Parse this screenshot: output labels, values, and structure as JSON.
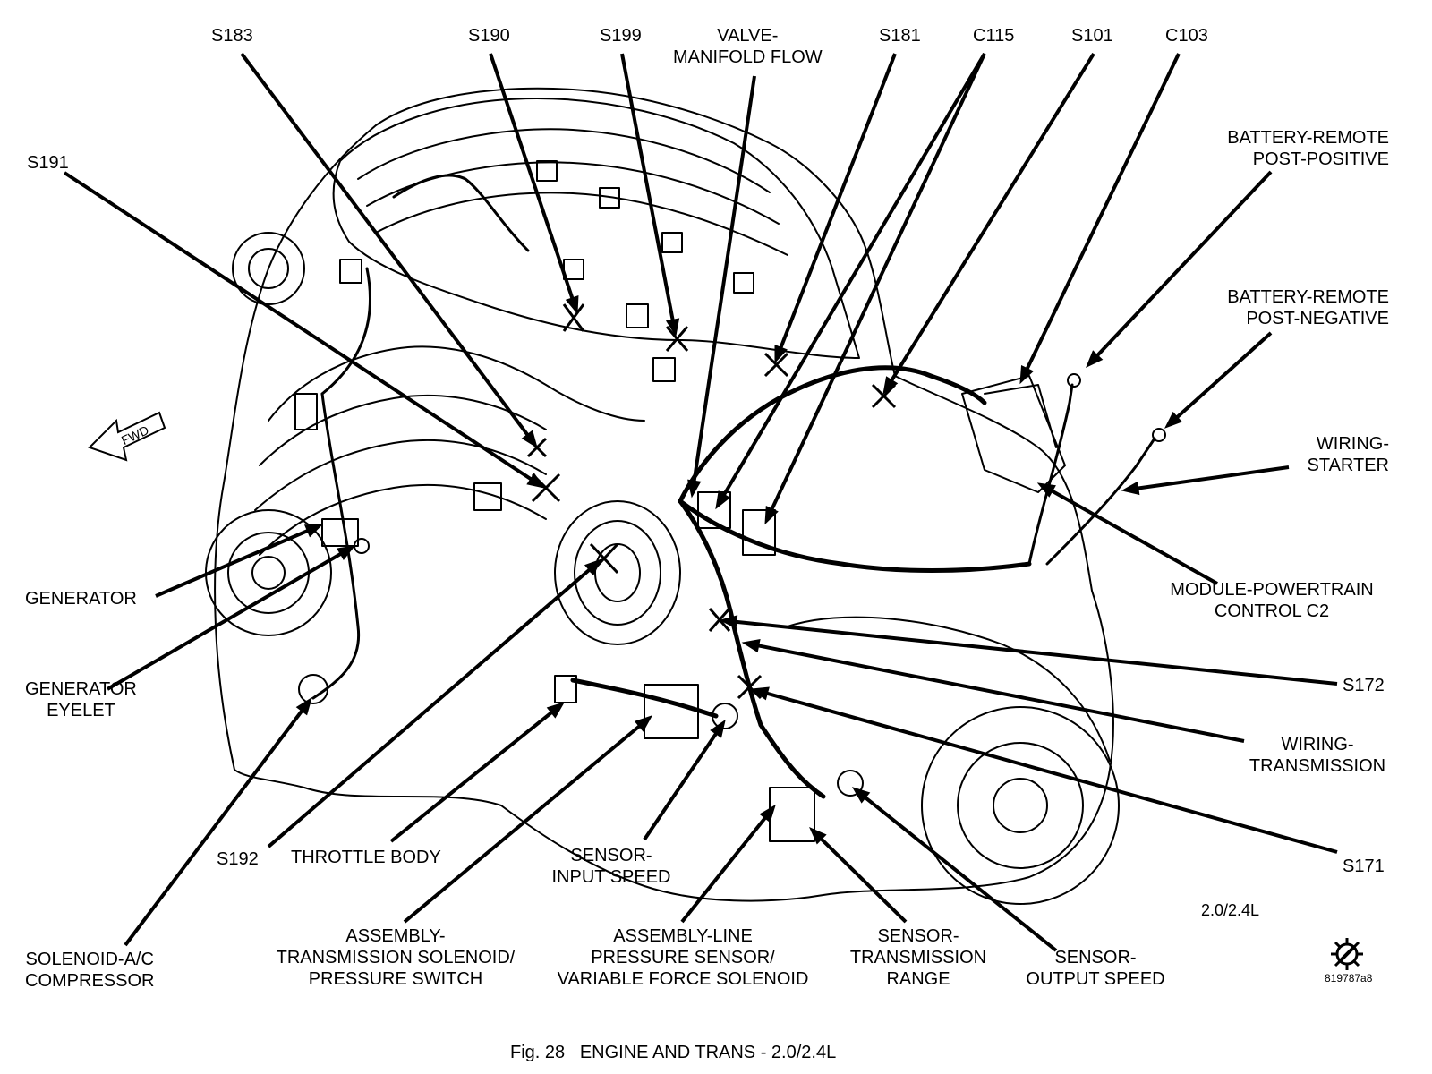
{
  "diagram": {
    "labels": {
      "s183": "S183",
      "s190": "S190",
      "s199": "S199",
      "valve_manifold_flow": [
        "VALVE-",
        "MANIFOLD FLOW"
      ],
      "s181": "S181",
      "c115": "C115",
      "s101": "S101",
      "c103": "C103",
      "s191": "S191",
      "battery_positive": [
        "BATTERY-REMOTE",
        "POST-POSITIVE"
      ],
      "battery_negative": [
        "BATTERY-REMOTE",
        "POST-NEGATIVE"
      ],
      "wiring_starter": [
        "WIRING-",
        "STARTER"
      ],
      "module_powertrain": [
        "MODULE-POWERTRAIN",
        "CONTROL C2"
      ],
      "generator": "GENERATOR",
      "generator_eyelet": [
        "GENERATOR",
        "EYELET"
      ],
      "s172": "S172",
      "wiring_transmission": [
        "WIRING-",
        "TRANSMISSION"
      ],
      "s171": "S171",
      "s192": "S192",
      "throttle_body": "THROTTLE BODY",
      "sensor_input_speed": [
        "SENSOR-",
        "INPUT SPEED"
      ],
      "solenoid_ac": [
        "SOLENOID-A/C",
        "COMPRESSOR"
      ],
      "assembly_trans_solenoid": [
        "ASSEMBLY-",
        "TRANSMISSION SOLENOID/",
        "PRESSURE SWITCH"
      ],
      "assembly_line_pressure": [
        "ASSEMBLY-LINE",
        "PRESSURE SENSOR/",
        "VARIABLE FORCE SOLENOID"
      ],
      "sensor_trans_range": [
        "SENSOR-",
        "TRANSMISSION",
        "RANGE"
      ],
      "sensor_output_speed": [
        "SENSOR-",
        "OUTPUT SPEED"
      ]
    },
    "fwd_arrow": "FWD",
    "engine_variant": "2.0/2.4L",
    "figure_id": "819787a8",
    "caption": "Fig. 28   ENGINE AND TRANS - 2.0/2.4L",
    "line_color": "#000000"
  }
}
